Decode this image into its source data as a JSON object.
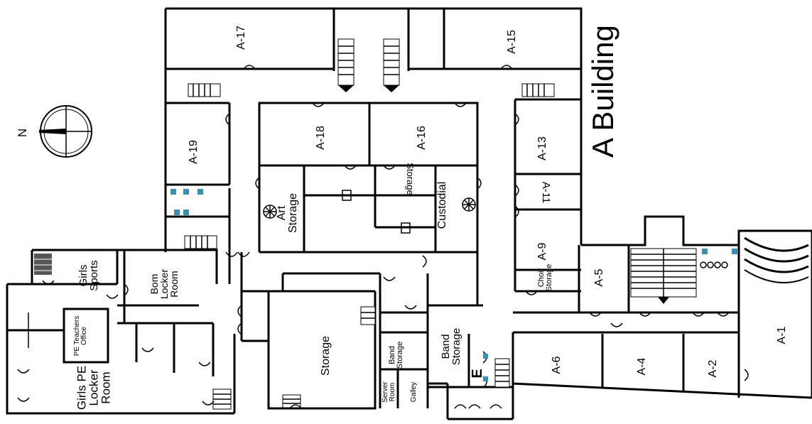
{
  "building_title": "A Building",
  "compass_label": "N",
  "rooms": {
    "a17": "A-17",
    "a15": "A-15",
    "a19": "A-19",
    "a18": "A-18",
    "a16": "A-16",
    "a13": "A-13",
    "a11": "A-11",
    "a9": "A-9",
    "a5": "A-5",
    "a6": "A-6",
    "a4": "A-4",
    "a2": "A-2",
    "a1": "A-1",
    "art_storage": "Art Storage",
    "storage_top": "Storage",
    "custodial": "Custodial",
    "choir_storage": "Choir Storage",
    "girls_sports": "Girls Sports",
    "locker_room": "Bom Locker Room",
    "pe_teachers_office": "PE Teachers Office",
    "girls_pe_locker_room": "Girls PE Locker Room",
    "storage_main": "Storage",
    "band_storage_small": "Band Storage",
    "band_storage": "Band Storage",
    "server_room": "Server Room",
    "galley": "Galley",
    "elevator": "E"
  },
  "colors": {
    "walls": "#000000",
    "restroom_fixtures": "#3a8fb0",
    "stairs_fill": "#d8d8d8"
  }
}
